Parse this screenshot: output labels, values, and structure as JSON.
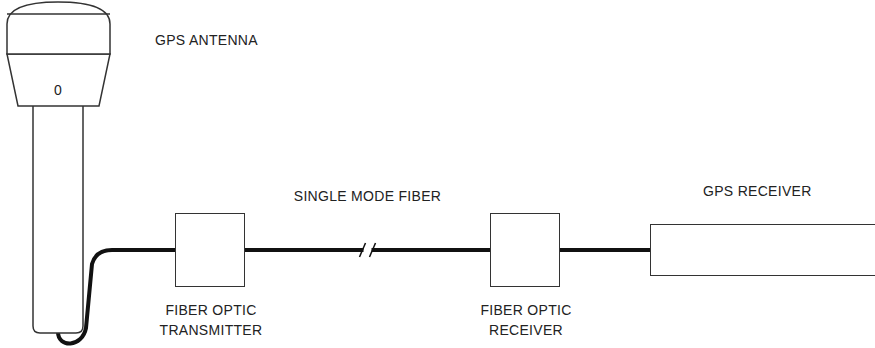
{
  "diagram": {
    "nodes": [
      {
        "text": [
          "GPS ANTENNA",
          "0"
        ]
      },
      {
        "text": [
          "FIBER OPTIC TRANSMITTER"
        ]
      },
      {
        "text": [
          "FIBER OPTIC RECEIVER"
        ]
      },
      {
        "text": [
          "GPS RECEIVER"
        ]
      }
    ],
    "edges": [
      {
        "from": 0,
        "to": 1,
        "arrow": "none"
      },
      {
        "from": 1,
        "to": 2,
        "label": "SINGLE MODE FIBER",
        "arrow": "none"
      },
      {
        "from": 2,
        "to": 3,
        "arrow": "none"
      }
    ]
  }
}
